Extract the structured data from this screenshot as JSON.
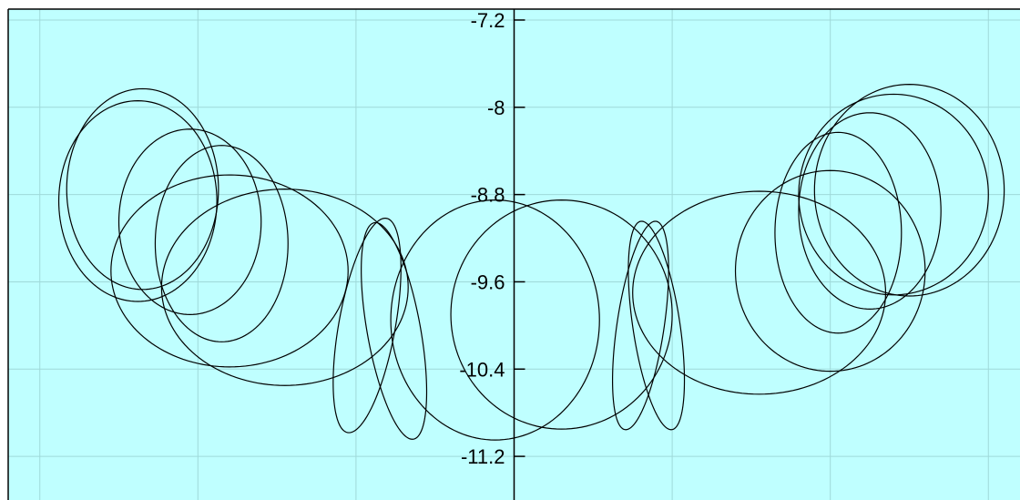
{
  "chart_data": {
    "type": "line",
    "title": "",
    "xlabel": "",
    "ylabel": "",
    "xlim": [
      -3.2,
      3.2
    ],
    "ylim": [
      -11.6,
      -7.1
    ],
    "grid": true,
    "y_ticks": [
      -7.2,
      -8,
      -8.8,
      -9.6,
      -10.4,
      -11.2
    ],
    "y_tick_labels": [
      "-7.2",
      "-8",
      "-8.8",
      "-9.6",
      "-10.4",
      "-11.2"
    ],
    "x_grid": [
      -3,
      -2,
      -1,
      0,
      1,
      2,
      3
    ],
    "colors": {
      "background": "#bfffff",
      "grid": "#9fd9d9",
      "line": "#000000"
    },
    "series": [
      {
        "shape": "ellipse",
        "cx": -2.38,
        "cy": -8.86,
        "rx": 0.5,
        "ry": 0.92,
        "rot": 0
      },
      {
        "shape": "ellipse",
        "cx": -2.35,
        "cy": -8.75,
        "rx": 0.48,
        "ry": 0.92,
        "rot": 0
      },
      {
        "shape": "ellipse",
        "cx": -2.05,
        "cy": -9.05,
        "rx": 0.45,
        "ry": 0.85,
        "rot": 0
      },
      {
        "shape": "ellipse",
        "cx": -1.85,
        "cy": -9.25,
        "rx": 0.42,
        "ry": 0.9,
        "rot": 0
      },
      {
        "shape": "ellipse",
        "cx": -1.8,
        "cy": -9.5,
        "rx": 0.75,
        "ry": 0.88,
        "rot": 0
      },
      {
        "shape": "ellipse",
        "cx": -1.45,
        "cy": -9.65,
        "rx": 0.78,
        "ry": 0.9,
        "rot": 0
      },
      {
        "shape": "ellipse",
        "cx": -0.93,
        "cy": -10.0,
        "rx": 0.18,
        "ry": 0.99,
        "rot": -0.12
      },
      {
        "shape": "ellipse",
        "cx": -0.76,
        "cy": -10.05,
        "rx": 0.17,
        "ry": 1.0,
        "rot": 0.12
      },
      {
        "shape": "ellipse",
        "cx": -0.12,
        "cy": -9.95,
        "rx": 0.66,
        "ry": 1.1,
        "rot": 0
      },
      {
        "shape": "ellipse",
        "cx": 0.3,
        "cy": -9.9,
        "rx": 0.7,
        "ry": 1.05,
        "rot": 0
      },
      {
        "shape": "ellipse",
        "cx": 0.8,
        "cy": -10.0,
        "rx": 0.15,
        "ry": 0.96,
        "rot": -0.1
      },
      {
        "shape": "ellipse",
        "cx": 0.9,
        "cy": -10.0,
        "rx": 0.15,
        "ry": 0.96,
        "rot": 0.1
      },
      {
        "shape": "ellipse",
        "cx": 1.55,
        "cy": -9.7,
        "rx": 0.8,
        "ry": 0.93,
        "rot": 0
      },
      {
        "shape": "ellipse",
        "cx": 2.0,
        "cy": -9.5,
        "rx": 0.6,
        "ry": 0.92,
        "rot": 0
      },
      {
        "shape": "ellipse",
        "cx": 2.05,
        "cy": -9.15,
        "rx": 0.4,
        "ry": 0.92,
        "rot": 0
      },
      {
        "shape": "ellipse",
        "cx": 2.25,
        "cy": -8.95,
        "rx": 0.45,
        "ry": 0.9,
        "rot": 0
      },
      {
        "shape": "ellipse",
        "cx": 2.4,
        "cy": -8.8,
        "rx": 0.6,
        "ry": 0.92,
        "rot": 0
      },
      {
        "shape": "ellipse",
        "cx": 2.5,
        "cy": -8.76,
        "rx": 0.6,
        "ry": 0.97,
        "rot": 0
      }
    ]
  }
}
